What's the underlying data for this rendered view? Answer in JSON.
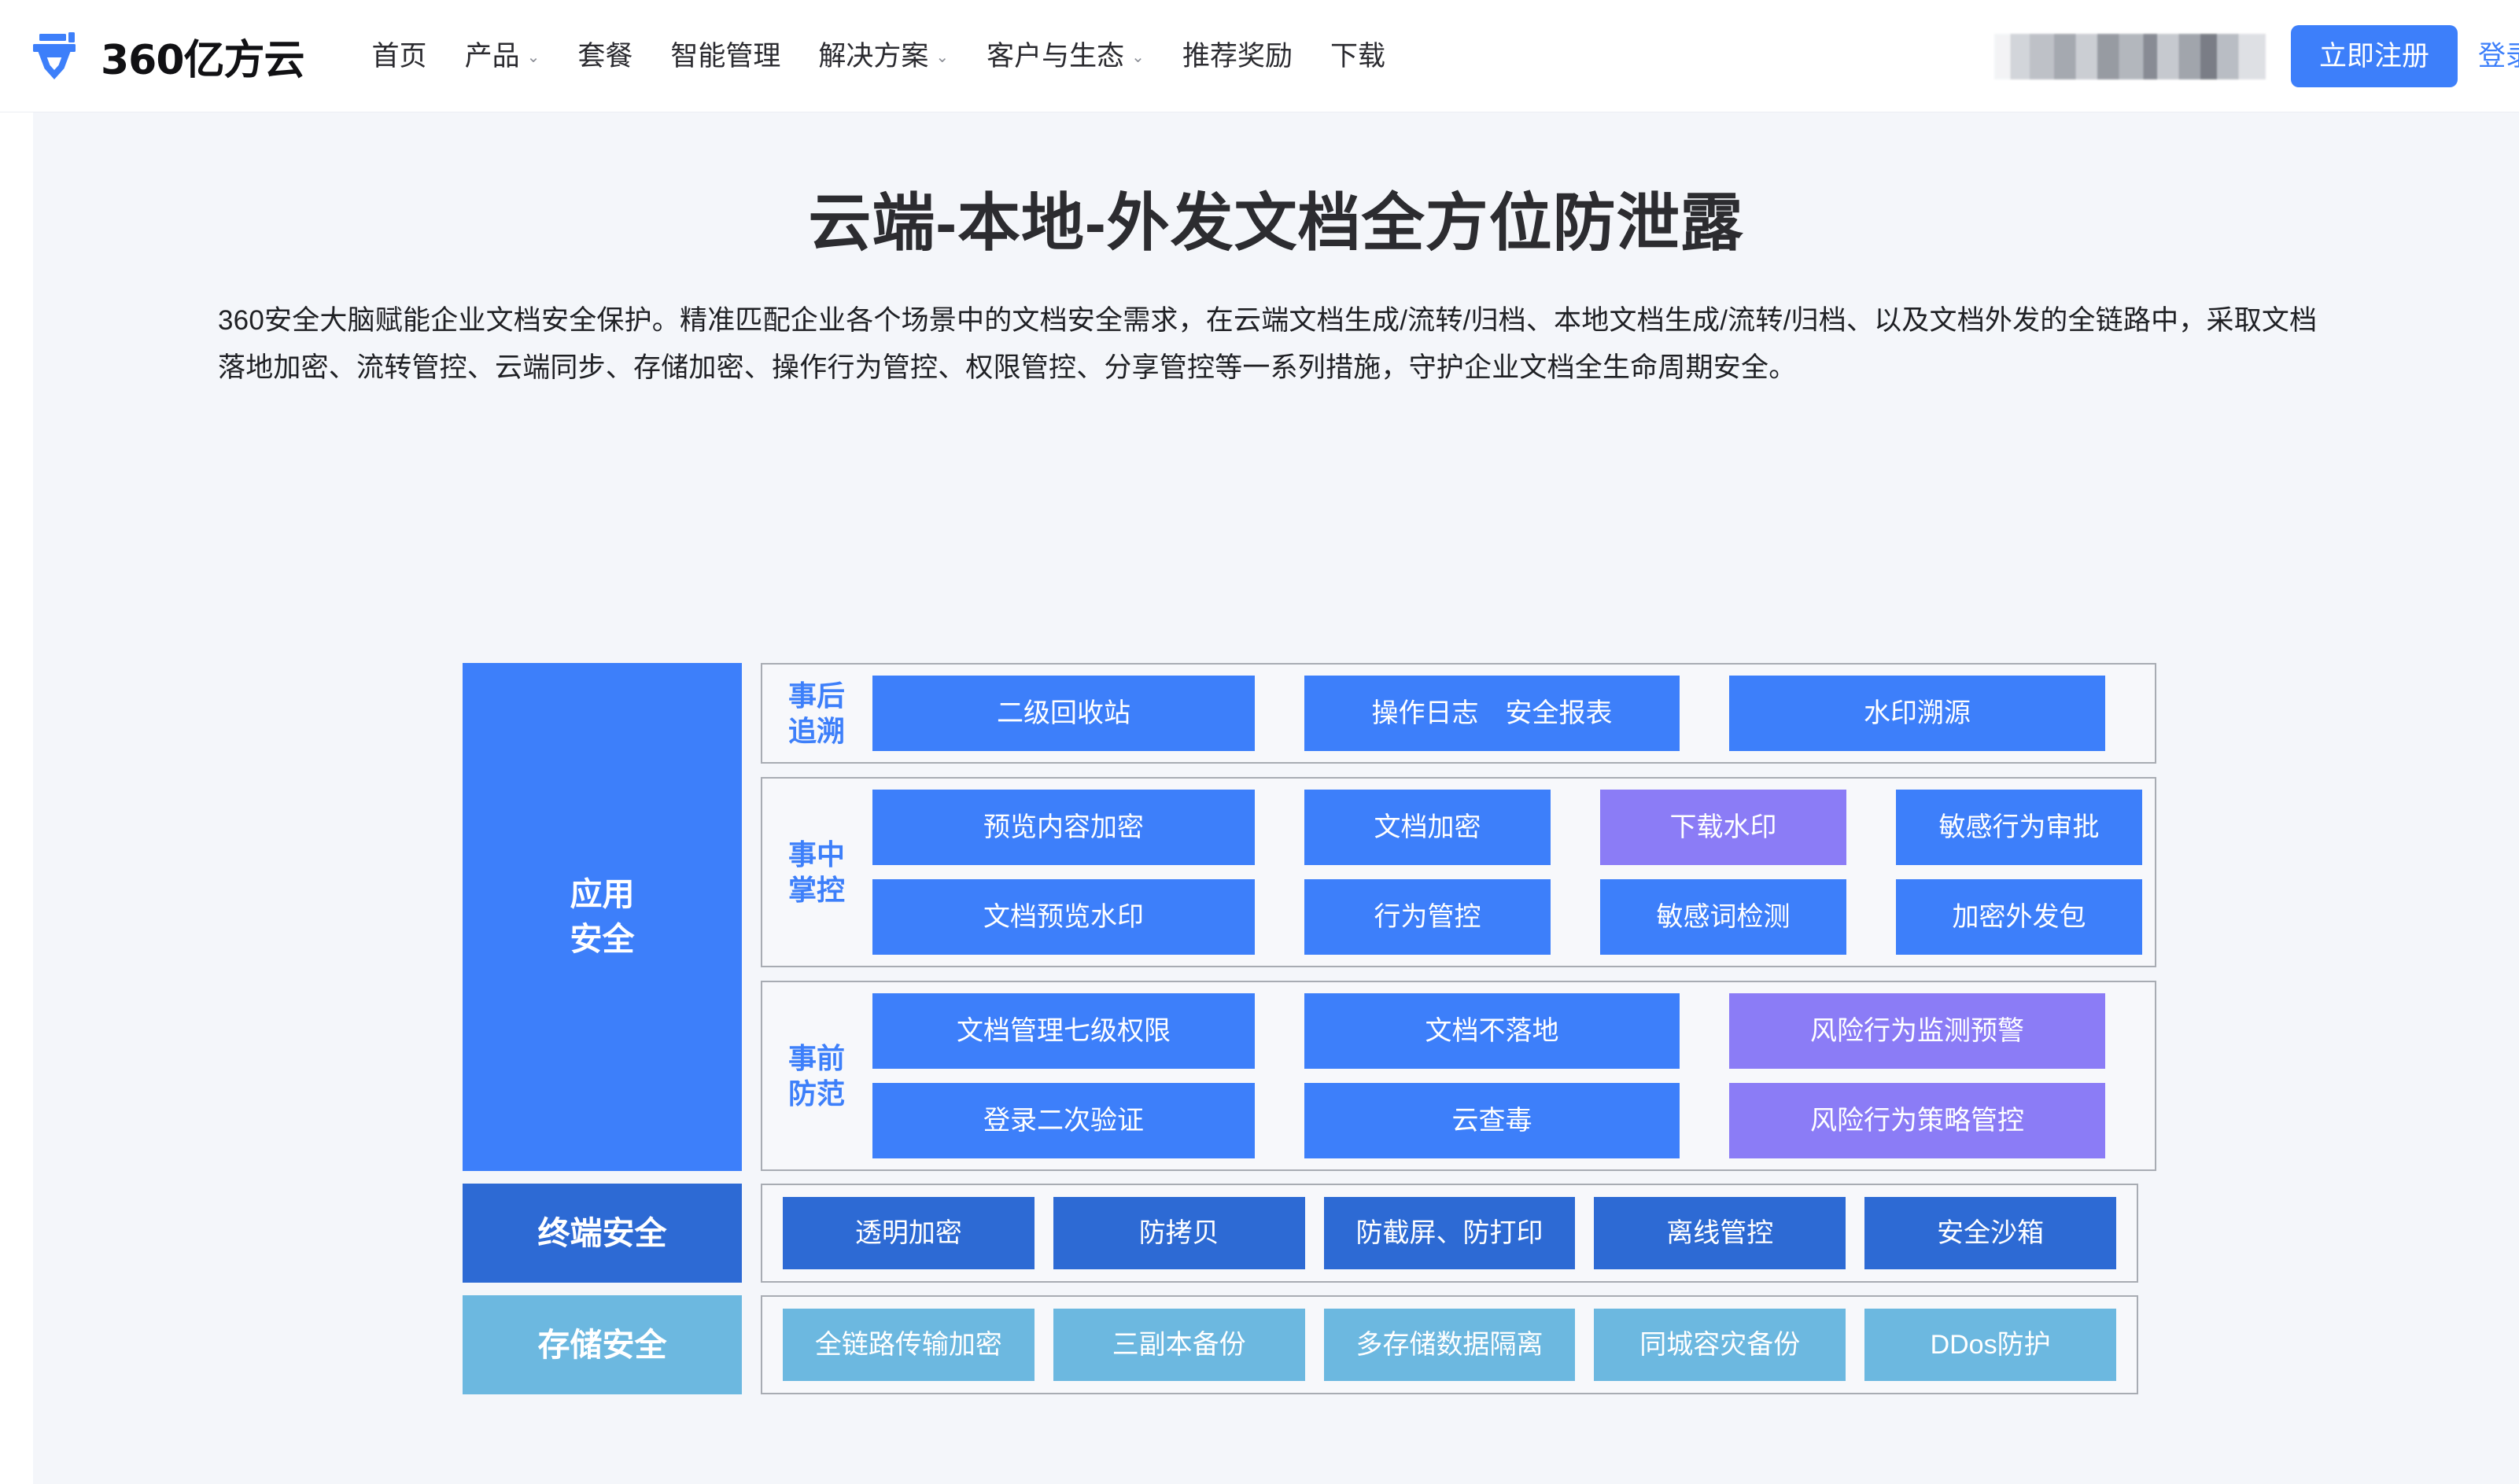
{
  "nav": {
    "logo_text": "360亿方云",
    "logo_icon": "brand-logo-icon",
    "links": [
      {
        "label": "首页",
        "has_caret": false
      },
      {
        "label": "产品",
        "has_caret": true
      },
      {
        "label": "套餐",
        "has_caret": false
      },
      {
        "label": "智能管理",
        "has_caret": false
      },
      {
        "label": "解决方案",
        "has_caret": true
      },
      {
        "label": "客户与生态",
        "has_caret": true
      },
      {
        "label": "推荐奖励",
        "has_caret": false
      },
      {
        "label": "下载",
        "has_caret": false
      }
    ],
    "register_label": "立即注册",
    "login_label": "登录",
    "caret_glyph": "⌄"
  },
  "hero": {
    "title": "云端-本地-外发文档全方位防泄露",
    "description": "360安全大脑赋能企业文档安全保护。精准匹配企业各个场景中的文档安全需求，在云端文档生成/流转/归档、本地文档生成/流转/归档、以及文档外发的全链路中，采取文档落地加密、流转管控、云端同步、存储加密、操作行为管控、权限管控、分享管控等一系列措施，守护企业文档全生命周期安全。"
  },
  "colors": {
    "brand_blue": "#3d7ffa",
    "purple": "#8b7cf6",
    "dark_blue": "#2d6ad4",
    "light_blue": "#6cb8e0",
    "page_bg": "#f4f6fa",
    "box_border": "#a8acb3"
  },
  "diagram": {
    "app_security_label": "应用\n安全",
    "app_security_line1": "应用",
    "app_security_line2": "安全",
    "terminal_label": "终端安全",
    "storage_label": "存储安全",
    "phases": [
      {
        "label_line1": "事后",
        "label_line2": "追溯",
        "lines": [
          [
            {
              "text": "二级回收站",
              "color": "blue"
            },
            {
              "text": "操作日志　安全报表",
              "color": "blue"
            },
            {
              "text": "水印溯源",
              "color": "blue"
            }
          ]
        ]
      },
      {
        "label_line1": "事中",
        "label_line2": "掌控",
        "lines": [
          [
            {
              "text": "预览内容加密",
              "color": "blue"
            },
            {
              "text": "文档加密",
              "color": "blue"
            },
            {
              "text": "下载水印",
              "color": "purple"
            },
            {
              "text": "敏感行为审批",
              "color": "blue"
            }
          ],
          [
            {
              "text": "文档预览水印",
              "color": "blue"
            },
            {
              "text": "行为管控",
              "color": "blue"
            },
            {
              "text": "敏感词检测",
              "color": "blue"
            },
            {
              "text": "加密外发包",
              "color": "blue"
            }
          ]
        ]
      },
      {
        "label_line1": "事前",
        "label_line2": "防范",
        "lines": [
          [
            {
              "text": "文档管理七级权限",
              "color": "blue"
            },
            {
              "text": "文档不落地",
              "color": "blue"
            },
            {
              "text": "风险行为监测预警",
              "color": "purple"
            }
          ],
          [
            {
              "text": "登录二次验证",
              "color": "blue"
            },
            {
              "text": "云查毒",
              "color": "blue"
            },
            {
              "text": "风险行为策略管控",
              "color": "purple"
            }
          ]
        ]
      }
    ],
    "terminal_items": [
      {
        "text": "透明加密",
        "color": "dark"
      },
      {
        "text": "防拷贝",
        "color": "dark"
      },
      {
        "text": "防截屏、防打印",
        "color": "dark"
      },
      {
        "text": "离线管控",
        "color": "dark"
      },
      {
        "text": "安全沙箱",
        "color": "dark"
      }
    ],
    "storage_items": [
      {
        "text": "全链路传输加密",
        "color": "lblue"
      },
      {
        "text": "三副本备份",
        "color": "lblue"
      },
      {
        "text": "多存储数据隔离",
        "color": "lblue"
      },
      {
        "text": "同城容灾备份",
        "color": "lblue"
      },
      {
        "text": "DDos防护",
        "color": "lblue"
      }
    ]
  }
}
